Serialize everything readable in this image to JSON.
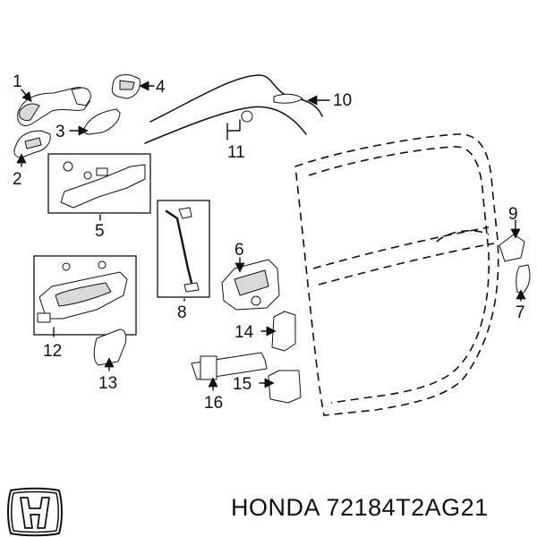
{
  "callouts": [
    "1",
    "2",
    "3",
    "4",
    "5",
    "6",
    "7",
    "8",
    "9",
    "10",
    "11",
    "12",
    "13",
    "14",
    "15",
    "16"
  ],
  "footer": {
    "brand": "HONDA",
    "part_number": "72184T2AG21"
  },
  "logo": {
    "icon": "honda-h-logo-icon"
  }
}
